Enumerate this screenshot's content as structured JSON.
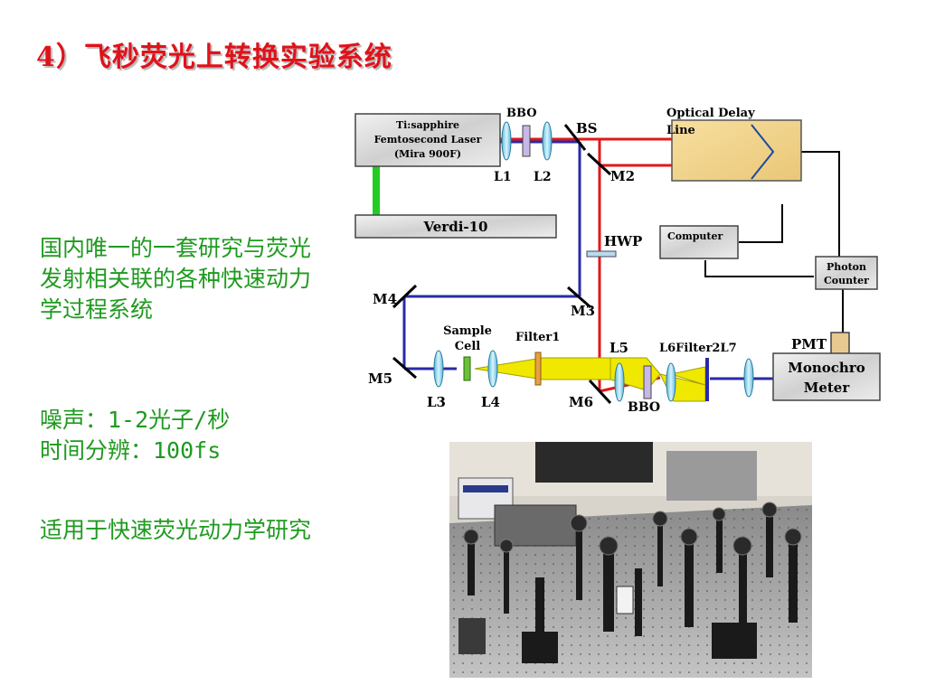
{
  "slide": {
    "title": "4）飞秒荧光上转换实验系统",
    "description": "国内唯一的一套研究与荧光发射相关联的各种快速动力学过程系统",
    "noise": "噪声：1-2光子/秒",
    "resolution": "时间分辨：100fs",
    "application": "适用于快速荧光动力学研究"
  },
  "diagram": {
    "laser_line1": "Ti:sapphire",
    "laser_line2": "Femtosecond Laser",
    "laser_line3": "(Mira 900F)",
    "pump": "Verdi-10",
    "bbo_top": "BBO",
    "bbo_bottom": "BBO",
    "l1": "L1",
    "l2": "L2",
    "l3": "L3",
    "l4": "L4",
    "l5": "L5",
    "bs": "BS",
    "m2": "M2",
    "m3": "M3",
    "m4": "M4",
    "m5": "M5",
    "m6": "M6",
    "delay_line1": "Optical Delay",
    "delay_line2": "Line",
    "hwp": "HWP",
    "computer": "Computer",
    "photon1": "Photon",
    "photon2": "Counter",
    "sample1": "Sample",
    "sample2": "Cell",
    "filter1": "Filter1",
    "l6_filter2_l7": "L6Filter2L7",
    "pmt": "PMT",
    "mono1": "Monochro",
    "mono2": "Meter",
    "colors": {
      "red_beam": "#e01818",
      "blue_beam": "#2a2aa8",
      "green_pump": "#22cc22",
      "fluorescence": "#f0e800"
    }
  }
}
